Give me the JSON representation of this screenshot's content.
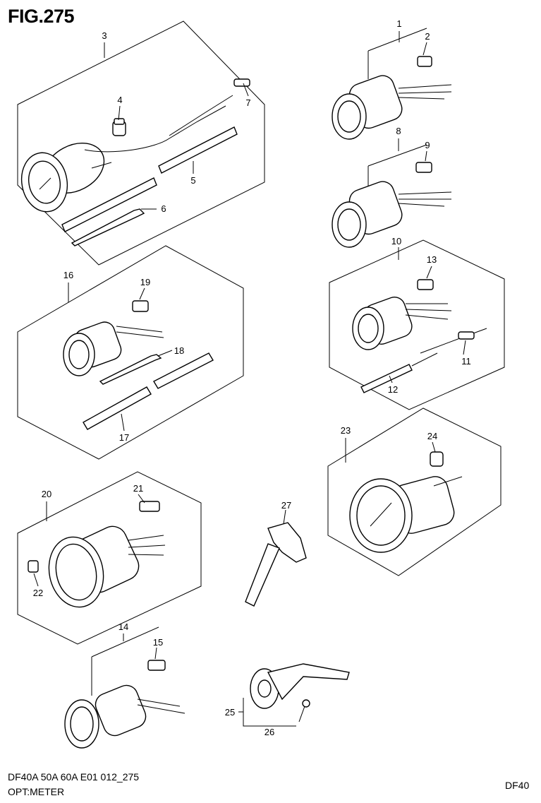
{
  "figure": {
    "title": "FIG.275",
    "footer_model": "DF40A 50A 60A E01 012_275",
    "footer_desc": "OPT:METER",
    "footer_code": "DF40"
  },
  "callouts": [
    "1",
    "2",
    "3",
    "4",
    "5",
    "6",
    "7",
    "8",
    "9",
    "10",
    "11",
    "12",
    "13",
    "14",
    "15",
    "16",
    "17",
    "18",
    "19",
    "20",
    "21",
    "22",
    "23",
    "24",
    "25",
    "26",
    "27"
  ]
}
